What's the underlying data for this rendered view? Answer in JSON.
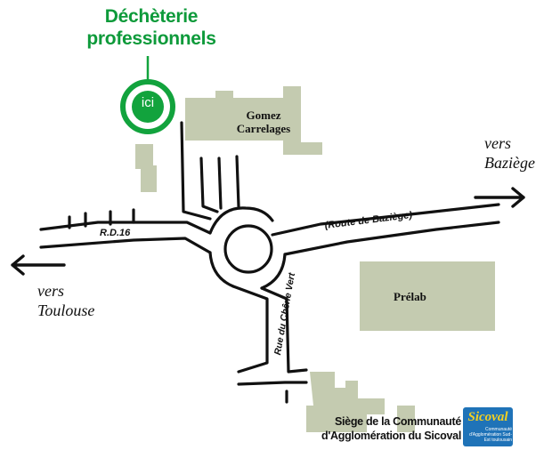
{
  "title": "Déchèterie professionnels",
  "marker": {
    "label": "ici",
    "color": "#12a33d"
  },
  "buildings": {
    "gomez": "Gomez Carrelages",
    "prelab": "Prélab"
  },
  "roads": {
    "rd16": "R.D.16",
    "baziege_road": "(Route de Baziège)",
    "chene_vert": "Rue du Chêne Vert"
  },
  "directions": {
    "east": "vers Baziège",
    "west": "vers Toulouse"
  },
  "headquarters": "Siège de la Communauté d'Agglomération du Sicoval",
  "logo": {
    "name": "Sicoval",
    "subtitle": "Communauté d'Agglomération Sud-Est toulousain"
  },
  "colors": {
    "building_fill": "#c4cbb0",
    "road_stroke": "#111111",
    "title_green": "#0d9a3a",
    "logo_blue": "#1f73b8"
  }
}
